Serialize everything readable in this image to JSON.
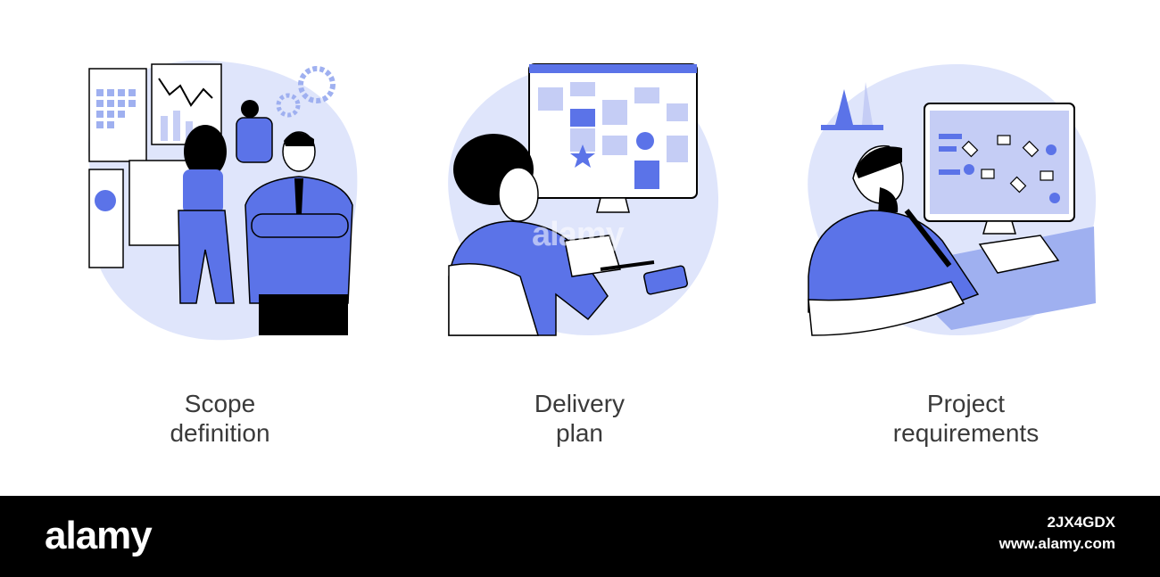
{
  "panels": [
    {
      "caption_line1": "Scope",
      "caption_line2": "definition",
      "illustration": "team-planning-board"
    },
    {
      "caption_line1": "Delivery",
      "caption_line2": "plan",
      "illustration": "woman-at-computer-schedule"
    },
    {
      "caption_line1": "Project",
      "caption_line2": "requirements",
      "illustration": "man-writing-flowchart"
    }
  ],
  "watermark": "alamy",
  "footer": {
    "logo": "alamy",
    "image_id": "2JX4GDX",
    "site": "www.alamy.com"
  },
  "colors": {
    "accent": "#5b73e8",
    "light_accent": "#c5cdf5",
    "blob": "#dfe5fb",
    "ink": "#000000"
  }
}
